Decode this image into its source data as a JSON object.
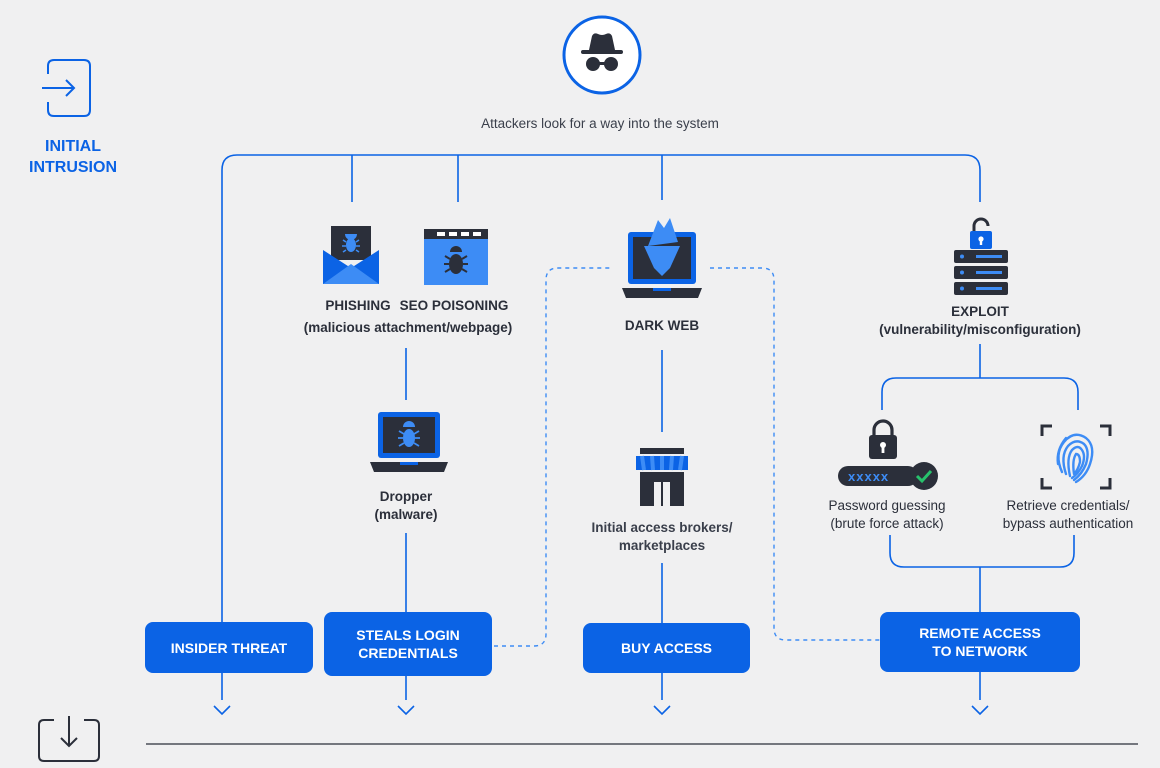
{
  "stage": {
    "title_line1": "INITIAL",
    "title_line2": "INTRUSION"
  },
  "hacker": {
    "icon": "hacker-spy-icon",
    "caption": "Attackers look for a way into the system"
  },
  "vectors": {
    "phishing": {
      "label": "PHISHING",
      "icon": "phishing-envelope-bug-icon"
    },
    "seo": {
      "label": "SEO POISONING",
      "icon": "browser-bug-icon"
    },
    "phishing_sub": "(malicious attachment/webpage)",
    "dropper": {
      "line1": "Dropper",
      "line2": "(malware)",
      "icon": "laptop-bug-icon"
    },
    "dark_web": {
      "label": "DARK WEB",
      "icon": "laptop-iceberg-icon"
    },
    "brokers": {
      "line1": "Initial access brokers/",
      "line2": "marketplaces",
      "icon": "storefront-icon"
    },
    "exploit": {
      "line1": "EXPLOIT",
      "line2": "(vulnerability/misconfiguration)",
      "icon": "server-lock-icon"
    },
    "password": {
      "line1": "Password guessing",
      "line2": "(brute force attack)",
      "icon": "password-lock-icon",
      "mask": "xxxxx"
    },
    "credentials": {
      "line1": "Retrieve credentials/",
      "line2": "bypass authentication",
      "icon": "fingerprint-icon"
    }
  },
  "outcomes": {
    "insider": "INSIDER THREAT",
    "steals_line1": "STEALS LOGIN",
    "steals_line2": "CREDENTIALS",
    "buy": "BUY ACCESS",
    "remote_line1": "REMOTE ACCESS",
    "remote_line2": "TO NETWORK"
  },
  "colors": {
    "accent": "#0b63e5",
    "accent_light": "#3d8cf5",
    "dark": "#2b2f3a",
    "text": "#3a3f4b",
    "background": "#f0f0f1",
    "check": "#27c26c"
  }
}
